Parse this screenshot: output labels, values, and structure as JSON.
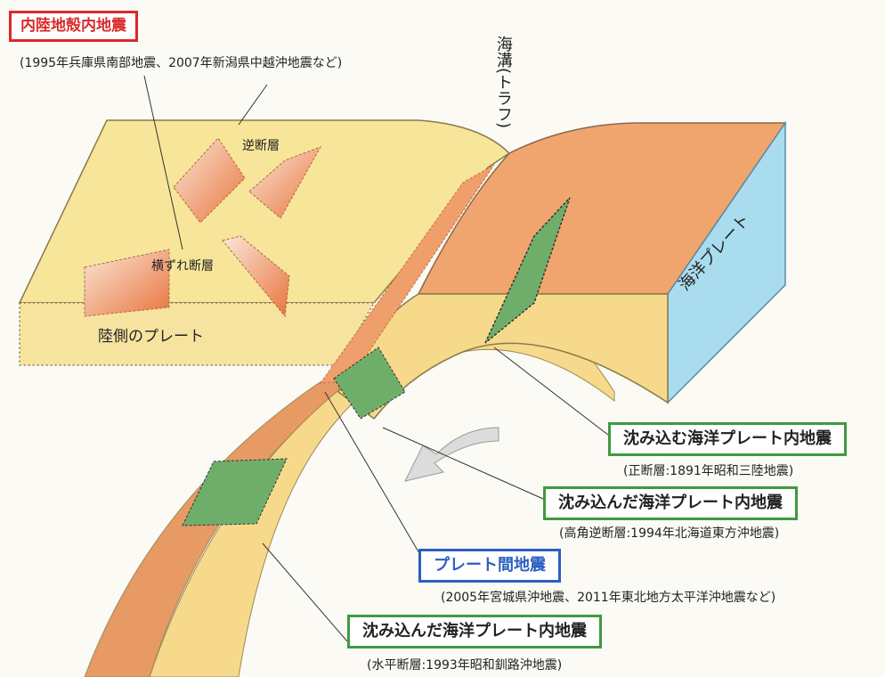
{
  "labels": {
    "inland_title": "内陸地殻内地震",
    "inland_note": "(1995年兵庫県南部地震、2007年新潟県中越沖地震など)",
    "reverse_fault": "逆断層",
    "strike_slip": "横ずれ断層",
    "land_plate": "陸側のプレート",
    "trench": "海溝(トラフ)",
    "ocean_plate": "海洋プレート",
    "subducting_intraplate": "沈み込む海洋プレート内地震",
    "subducting_intraplate_note": "(正断層:1891年昭和三陸地震)",
    "subducted_intraplate_1": "沈み込んだ海洋プレート内地震",
    "subducted_intraplate_1_note": "(高角逆断層:1994年北海道東方沖地震)",
    "interplate": "プレート間地震",
    "interplate_note": "(2005年宮城県沖地震、2011年東北地方太平洋沖地震など)",
    "subducted_intraplate_2": "沈み込んだ海洋プレート内地震",
    "subducted_intraplate_2_note": "(水平断層:1993年昭和釧路沖地震)"
  },
  "colors": {
    "land_plate": "#f7e59a",
    "ocean_plate_top": "#f0a56e",
    "ocean_plate_side": "#a9dcee",
    "fault_green": "#6fae6a",
    "fault_orange": "#ef9f6c",
    "box_red": "#d92a2a",
    "box_green": "#3f9a3f",
    "box_blue": "#2c5fbf"
  }
}
